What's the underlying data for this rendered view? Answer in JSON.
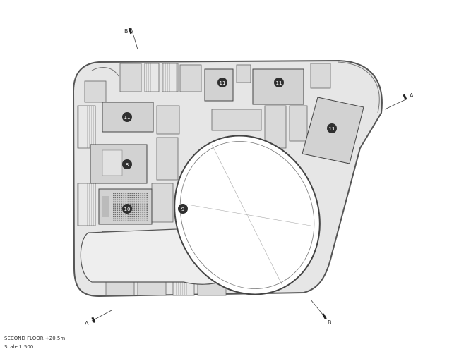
{
  "caption": {
    "title": "SECOND FLOOR +20.5m",
    "scale": "Scale 1:500"
  },
  "section_markers": {
    "a_left": "A",
    "a_right": "A",
    "b_top": "B",
    "b_bottom": "B"
  },
  "room_labels": {
    "r11_topleft": "11",
    "r11_topmid": "11",
    "r11_topright": "11",
    "r11_right": "11",
    "r8": "8",
    "r10": "10",
    "r9": "9"
  },
  "colors": {
    "wall": "#555555",
    "fill": "#e6e6e6",
    "room": "#d2d2d2",
    "badge": "#2f2f2f"
  }
}
